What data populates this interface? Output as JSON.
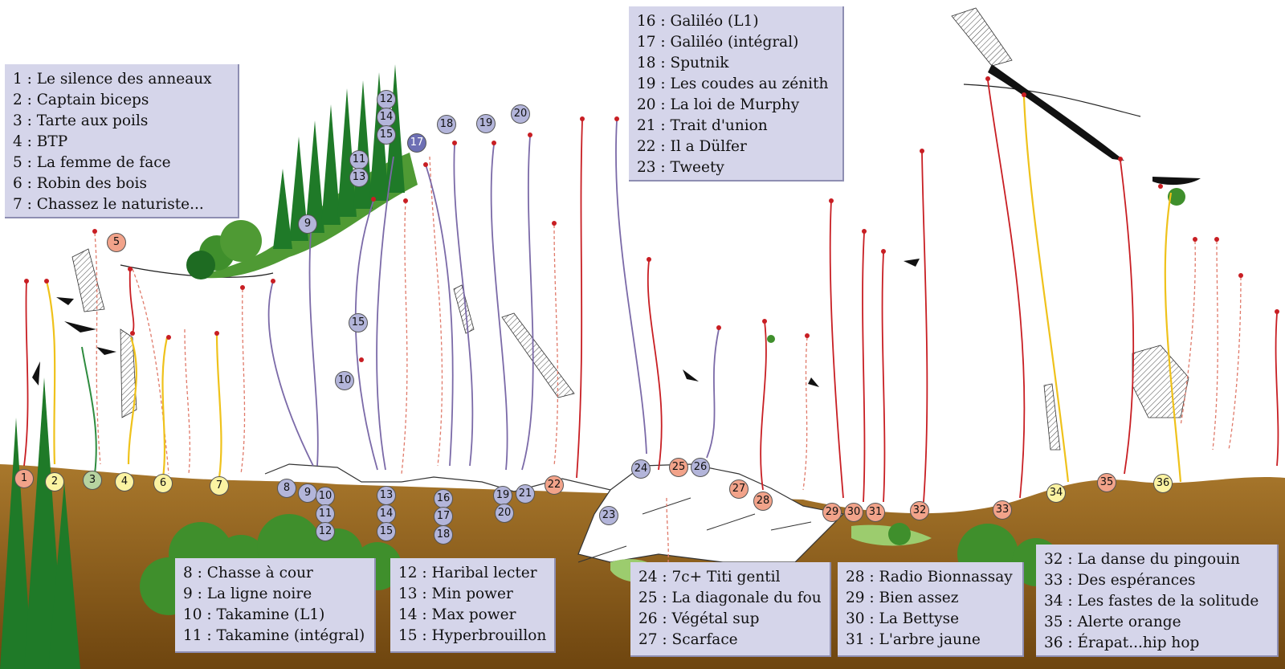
{
  "legends": [
    {
      "id": "legend-routes-1-7",
      "items": [
        "1 : Le silence des anneaux",
        "2 : Captain biceps",
        "3 : Tarte aux poils",
        "4 : BTP",
        "5 : La femme de face",
        "6 : Robin des bois",
        "7 : Chassez le naturiste..."
      ]
    },
    {
      "id": "legend-routes-16-23",
      "items": [
        "16 : Galiléo (L1)",
        "17 : Galiléo (intégral)",
        "18 : Sputnik",
        "19 : Les coudes au zénith",
        "20 : La loi de Murphy",
        "21 : Trait d'union",
        "22 : Il a Dülfer",
        "23 : Tweety"
      ]
    },
    {
      "id": "legend-routes-8-11",
      "items": [
        "8 : Chasse à cour",
        "9 : La ligne noire",
        "10 : Takamine (L1)",
        "11 : Takamine (intégral)"
      ]
    },
    {
      "id": "legend-routes-12-15",
      "items": [
        "12 : Haribal lecter",
        "13 : Min power",
        "14 : Max power",
        "15 : Hyperbrouillon"
      ]
    },
    {
      "id": "legend-routes-24-27",
      "items": [
        "24 : 7c+ Titi gentil",
        "25 : La diagonale du fou",
        "26 : Végétal sup",
        "27 : Scarface"
      ]
    },
    {
      "id": "legend-routes-28-31",
      "items": [
        "28 : Radio Bionnassay",
        "29 : Bien assez",
        "30 : La Bettyse",
        "31 : L'arbre jaune"
      ]
    },
    {
      "id": "legend-routes-32-36",
      "items": [
        "32 : La danse du pingouin",
        "33 : Des espérances",
        "34 : Les fastes de la solitude",
        "35 : Alerte orange",
        "36 : Érapat...hip hop"
      ]
    }
  ],
  "markers": [
    {
      "label": "1",
      "tone": "red"
    },
    {
      "label": "2",
      "tone": "yellow"
    },
    {
      "label": "3",
      "tone": "green"
    },
    {
      "label": "4",
      "tone": "yellow"
    },
    {
      "label": "6",
      "tone": "yellow"
    },
    {
      "label": "7",
      "tone": "yellow"
    },
    {
      "label": "5",
      "tone": "red"
    },
    {
      "label": "8",
      "tone": "purple"
    },
    {
      "label": "9",
      "tone": "purple"
    },
    {
      "label": "10",
      "tone": "purple"
    },
    {
      "label": "11",
      "tone": "purple"
    },
    {
      "label": "12",
      "tone": "purple"
    },
    {
      "label": "13",
      "tone": "purple"
    },
    {
      "label": "14",
      "tone": "purple"
    },
    {
      "label": "15",
      "tone": "purple"
    },
    {
      "label": "16",
      "tone": "purple"
    },
    {
      "label": "17",
      "tone": "purple"
    },
    {
      "label": "18",
      "tone": "purple"
    },
    {
      "label": "19",
      "tone": "purple"
    },
    {
      "label": "21",
      "tone": "purple"
    },
    {
      "label": "20",
      "tone": "purple"
    },
    {
      "label": "22",
      "tone": "red"
    },
    {
      "label": "23",
      "tone": "purple"
    },
    {
      "label": "24",
      "tone": "purple"
    },
    {
      "label": "25",
      "tone": "red"
    },
    {
      "label": "26",
      "tone": "purple"
    },
    {
      "label": "27",
      "tone": "red"
    },
    {
      "label": "28",
      "tone": "red"
    },
    {
      "label": "29",
      "tone": "red"
    },
    {
      "label": "30",
      "tone": "red"
    },
    {
      "label": "31",
      "tone": "red"
    },
    {
      "label": "32",
      "tone": "red"
    },
    {
      "label": "33",
      "tone": "red"
    },
    {
      "label": "34",
      "tone": "yellow"
    },
    {
      "label": "35",
      "tone": "red"
    },
    {
      "label": "36",
      "tone": "yellow"
    },
    {
      "label": "12",
      "tone": "purple"
    },
    {
      "label": "14",
      "tone": "purple"
    },
    {
      "label": "15",
      "tone": "purple"
    },
    {
      "label": "11",
      "tone": "purple"
    },
    {
      "label": "13",
      "tone": "purple"
    },
    {
      "label": "9",
      "tone": "purple"
    },
    {
      "label": "17",
      "tone": "navy"
    },
    {
      "label": "18",
      "tone": "purple"
    },
    {
      "label": "19",
      "tone": "purple"
    },
    {
      "label": "20",
      "tone": "purple"
    },
    {
      "label": "15",
      "tone": "purple"
    },
    {
      "label": "10",
      "tone": "purple"
    }
  ],
  "colors": {
    "route_red": "#c81e23",
    "route_purple": "#7b6aa8",
    "route_yellow": "#efc21b",
    "route_green": "#2e8b3e",
    "ground_brown": "#a4742a",
    "ground_dark": "#7a4e14",
    "foliage_light": "#5fa83a",
    "foliage_dark": "#1e6b22",
    "legend_bg": "#d5d5ea"
  }
}
